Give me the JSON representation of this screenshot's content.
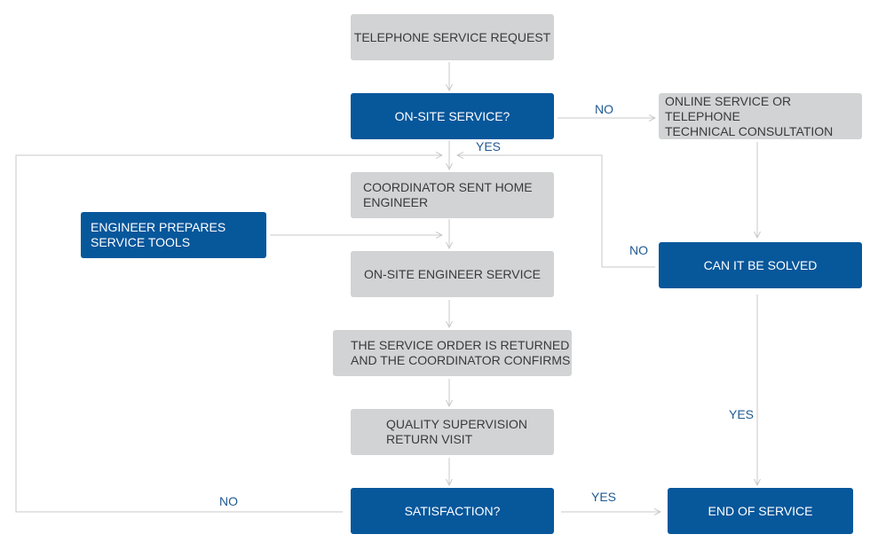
{
  "nodes": {
    "request": "TELEPHONE SERVICE REQUEST",
    "onsite_question": "ON-SITE SERVICE?",
    "online_service": [
      "ONLINE SERVICE OR TELEPHONE",
      "TECHNICAL CONSULTATION"
    ],
    "coordinator": [
      "COORDINATOR SENT HOME",
      "ENGINEER"
    ],
    "engineer_prepares": [
      "ENGINEER PREPARES",
      "SERVICE TOOLS"
    ],
    "onsite_engineer": "ON-SITE ENGINEER SERVICE",
    "order_returned": [
      "THE SERVICE ORDER IS RETURNED",
      "AND THE COORDINATOR CONFIRMS"
    ],
    "can_be_solved": "CAN IT BE SOLVED",
    "quality_visit": [
      "QUALITY SUPERVISION",
      "RETURN VISIT"
    ],
    "satisfaction": "SATISFACTION?",
    "end_of_service": "END OF SERVICE"
  },
  "edge_labels": {
    "onsite_no": "NO",
    "onsite_yes": "YES",
    "solved_no": "NO",
    "solved_yes": "YES",
    "satisfaction_no": "NO",
    "satisfaction_yes": "YES"
  },
  "colors": {
    "primary": "#07579b",
    "secondary": "#d1d3d4",
    "connector": "#c8c8c8",
    "edge_label": "#1f5a92"
  }
}
